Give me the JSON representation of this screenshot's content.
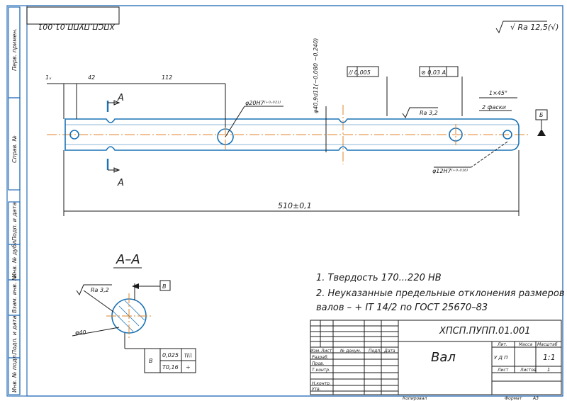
{
  "drawing": {
    "mirrored_code": "ХПСП.ПУПП.01.001",
    "roughness_general": "√ Ra 12,5(√)",
    "side_stamps": [
      "Перв. примен.",
      "Справ. №",
      "Подп. и дата",
      "Инв. № дубл.",
      "Взам. инв. №",
      "Подп. и дата",
      "Инв. № подл."
    ],
    "dims": {
      "d1": "1ₓ",
      "d2": "42",
      "d3": "112",
      "hole20": "φ20H7⁽⁺⁰·⁰²¹⁾",
      "neck": "φ40,9d11(−0,080 −0,240)",
      "parallel": "// 0,005",
      "runout": "⊘ 0,03  А",
      "ra32": "Ra 3,2",
      "chamfer": "1×45°",
      "chamfer_note": "2 фаски",
      "base_b": "Б",
      "hole12": "φ12H7⁽⁺⁰·⁰¹⁸⁾",
      "length": "510±0,1",
      "section_mark": "А"
    },
    "section": {
      "title": "А–А",
      "ra": "Ra 3,2",
      "base_v": "В",
      "diam": "φ40",
      "tol1_val": "0,025",
      "tol2_val": "Т0,16",
      "tol_base": "В"
    },
    "notes": [
      "1. Твердость 170...220 HB",
      "2. Неуказанные предельные отклонения размеров",
      "валов – + IT 14/2 по ГОСТ 25670–83"
    ],
    "title_block": {
      "code": "ХПСП.ПУПП.01.001",
      "name": "Вал",
      "col_izm": "Изм.",
      "col_list": "Лист",
      "col_doc": "№ докум.",
      "col_sign": "Подп.",
      "col_date": "Дата",
      "razrab": "Разраб.",
      "prov": "Пров.",
      "tkontr": "Т.контр.",
      "nkontr": "Н.контр.",
      "utv": "Утв.",
      "lit": "Лит.",
      "massa": "Масса",
      "masshtab": "Масштаб",
      "scale": "1:1",
      "lit_cells": "У  Д  П",
      "list": "Лист",
      "listov": "Листов",
      "listov_val": "1",
      "kopiroval": "Копировал",
      "format": "Формат",
      "format_val": "А3"
    }
  }
}
